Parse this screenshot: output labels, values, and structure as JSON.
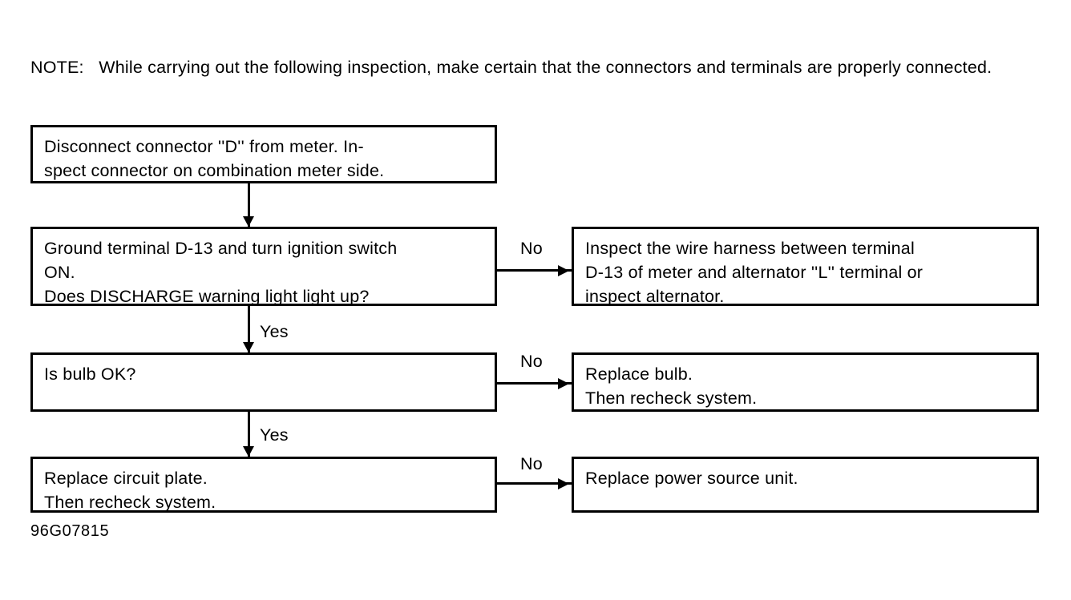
{
  "note": {
    "label": "NOTE:",
    "text": "NOTE:   While carrying out the following inspection, make certain that the connectors and terminals are properly connected."
  },
  "flowchart": {
    "type": "diagram",
    "boxes": [
      {
        "id": "box-1",
        "text": "Disconnect connector ''D'' from meter. In-\nspect connector on combination meter side."
      },
      {
        "id": "box-2",
        "text": "Ground terminal D-13 and turn ignition switch\nON.\nDoes DISCHARGE warning light light up?"
      },
      {
        "id": "box-3",
        "text": "Is bulb OK?"
      },
      {
        "id": "box-4",
        "text": "Replace circuit plate.\nThen recheck system."
      },
      {
        "id": "box-r1",
        "text": "Inspect the wire harness between terminal\nD-13 of meter and alternator ''L'' terminal or\ninspect alternator."
      },
      {
        "id": "box-r2",
        "text": "Replace bulb.\nThen recheck system."
      },
      {
        "id": "box-r3",
        "text": "Replace power source unit."
      }
    ],
    "edge_labels": {
      "yes_1": "Yes",
      "yes_2": "Yes",
      "no_1": "No",
      "no_2": "No",
      "no_3": "No"
    }
  },
  "figure_code": "96G07815",
  "colors": {
    "ink": "#000000",
    "paper": "#ffffff"
  }
}
